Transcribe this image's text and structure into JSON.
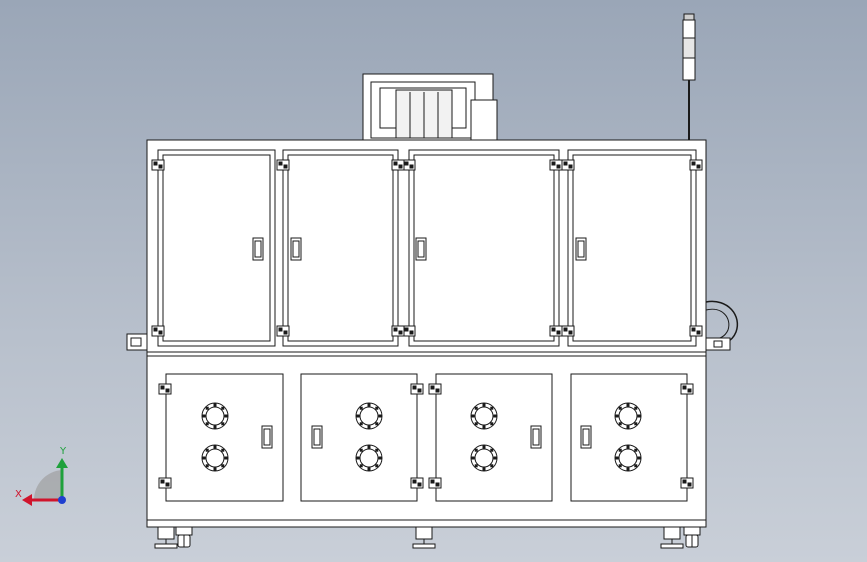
{
  "viewport": {
    "background_top": "#9aa6b7",
    "background_bottom": "#c9cfd8"
  },
  "colors": {
    "line": "#1a1a1a",
    "panel_fill": "#ffffff",
    "hinge_fill": "#ffffff",
    "axis_x": "#d0142c",
    "axis_y": "#1fa13c",
    "axis_z": "#1f3fd0"
  },
  "triad": {
    "x_label": "X",
    "y_label": "Y"
  },
  "model": {
    "upper_doors_count": 4,
    "lower_doors_count": 4,
    "fan_icons_per_lower_door": 2,
    "signal_tower": "signal-tower-icon",
    "caster": "caster-wheel-icon",
    "leveling_foot": "leveling-foot-icon"
  }
}
